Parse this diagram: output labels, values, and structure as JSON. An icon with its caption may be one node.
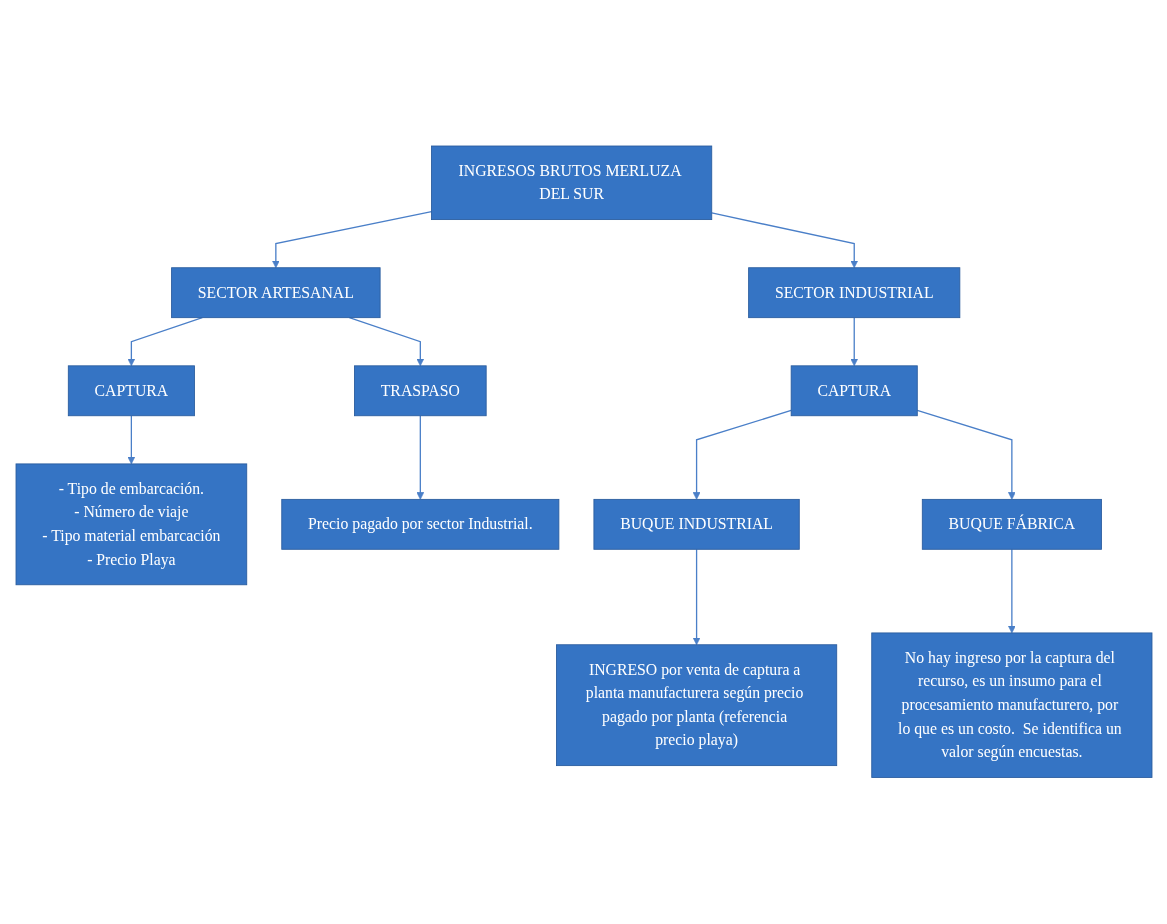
{
  "diagram": {
    "nodes": [
      {
        "text": [
          "INGRESOS BRUTOS MERLUZA DEL SUR"
        ]
      },
      {
        "text": [
          "SECTOR ARTESANAL"
        ]
      },
      {
        "text": [
          "SECTOR INDUSTRIAL"
        ]
      },
      {
        "text": [
          "CAPTURA"
        ]
      },
      {
        "text": [
          "TRASPASO"
        ]
      },
      {
        "text": [
          "CAPTURA"
        ]
      },
      {
        "text": [
          "- Tipo de embarcación.",
          "- Número de viaje",
          "- Tipo material embarcación",
          "- Precio Playa"
        ]
      },
      {
        "text": [
          "Precio pagado por sector Industrial."
        ]
      },
      {
        "text": [
          "BUQUE INDUSTRIAL"
        ]
      },
      {
        "text": [
          "BUQUE FÁBRICA"
        ]
      },
      {
        "text": [
          "INGRESO por venta de captura a planta manufacturera según precio pagado por planta (referencia precio playa)"
        ]
      },
      {
        "text": [
          "No hay ingreso por la captura del recurso, es un insumo para el procesamiento manufacturero, por lo que es un costo.  Se identifica un valor según encuestas."
        ]
      }
    ],
    "edges": [
      {
        "from": 0,
        "to": 1,
        "arrow": "to"
      },
      {
        "from": 0,
        "to": 2,
        "arrow": "to"
      },
      {
        "from": 1,
        "to": 3,
        "arrow": "to"
      },
      {
        "from": 1,
        "to": 4,
        "arrow": "to"
      },
      {
        "from": 2,
        "to": 5,
        "arrow": "to"
      },
      {
        "from": 3,
        "to": 6,
        "arrow": "to"
      },
      {
        "from": 4,
        "to": 7,
        "arrow": "to"
      },
      {
        "from": 5,
        "to": 8,
        "arrow": "to"
      },
      {
        "from": 5,
        "to": 9,
        "arrow": "to"
      },
      {
        "from": 8,
        "to": 10,
        "arrow": "to"
      },
      {
        "from": 9,
        "to": 11,
        "arrow": "to"
      }
    ]
  }
}
